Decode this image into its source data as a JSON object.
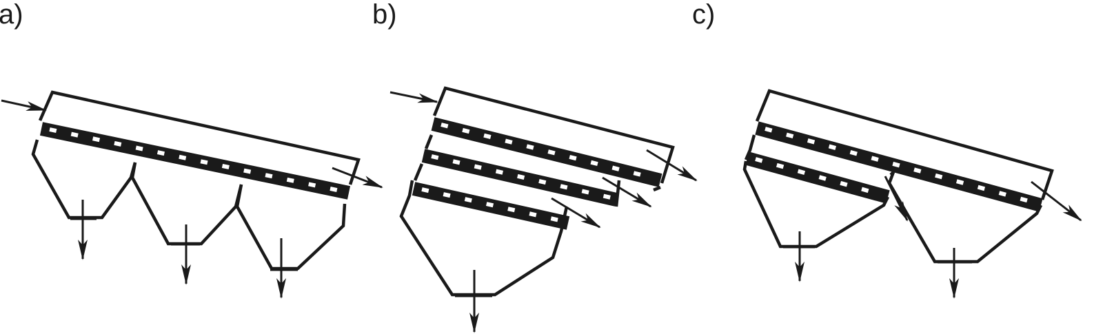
{
  "panels": {
    "a": {
      "label": "a)"
    },
    "b": {
      "label": "b)"
    },
    "c": {
      "label": "c)"
    }
  },
  "colors": {
    "ink": "#1a1a1a",
    "background": "#ffffff"
  }
}
